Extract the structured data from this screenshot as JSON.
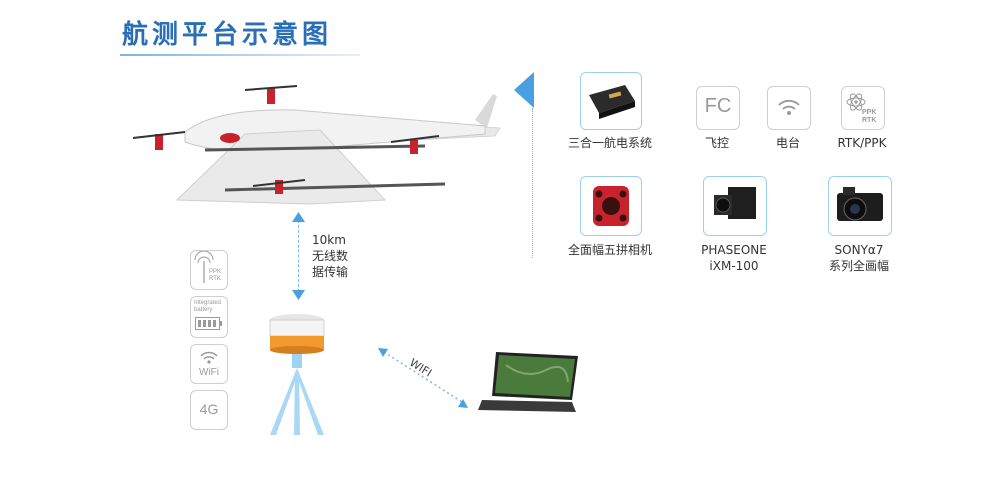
{
  "title": "航测平台示意图",
  "data_link": {
    "line1": "10km",
    "line2": "无线数",
    "line3": "据传输"
  },
  "wifi_label": "WIFI",
  "payload_top": [
    {
      "label": "三合一航电系统"
    },
    {
      "label": "飞控",
      "icon_text": "FC"
    },
    {
      "label": "电台"
    },
    {
      "label": "RTK/PPK",
      "icon_text1": "PPK",
      "icon_text2": "RTK"
    }
  ],
  "payload_bottom": [
    {
      "label": "全面幅五拼相机"
    },
    {
      "label1": "PHASEONE",
      "label2": "iXM-100"
    },
    {
      "label1": "SONYα7",
      "label2": "系列全画幅"
    }
  ],
  "base_features": [
    {
      "text1": "PPK",
      "text2": "RTK"
    },
    {
      "text1": "Integrated",
      "text2": "battery"
    },
    {
      "text": "WiFi"
    },
    {
      "text": "4G"
    }
  ],
  "colors": {
    "accent": "#2a6fb5",
    "arrow": "#4a9fe0",
    "frame": "#9dd0ef",
    "gray": "#9a9a9a"
  }
}
